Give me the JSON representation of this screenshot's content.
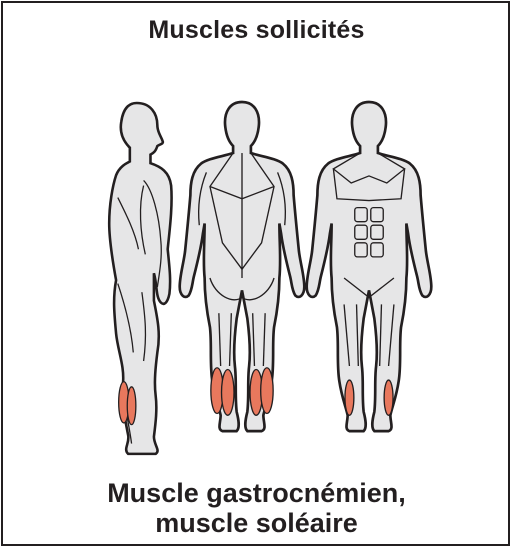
{
  "title": "Muscles sollicités",
  "caption": {
    "line1": "Muscle gastrocnémien,",
    "line2": "muscle soléaire"
  },
  "colors": {
    "outline": "#231f20",
    "body_fill": "#e6e6e7",
    "highlight": "#e8785d",
    "background": "#ffffff"
  },
  "figures": [
    {
      "view": "side",
      "icon": "human-side-view-icon"
    },
    {
      "view": "back",
      "icon": "human-back-view-icon"
    },
    {
      "view": "front",
      "icon": "human-front-view-icon"
    }
  ]
}
